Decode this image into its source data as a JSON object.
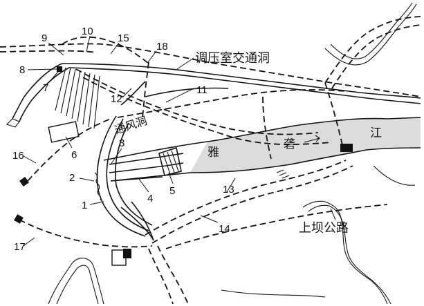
{
  "labels": {
    "pressure_chamber_access_tunnel": "调压室交通洞",
    "ventilation_tunnel": "通风洞",
    "river_char_1": "雅",
    "river_char_2": "砻",
    "river_char_3": "江",
    "upper_dam_road": "上坝公路"
  },
  "numbers": [
    "1",
    "2",
    "3",
    "4",
    "5",
    "6",
    "7",
    "8",
    "9",
    "10",
    "11",
    "12",
    "13",
    "14",
    "15",
    "16",
    "17",
    "18"
  ]
}
